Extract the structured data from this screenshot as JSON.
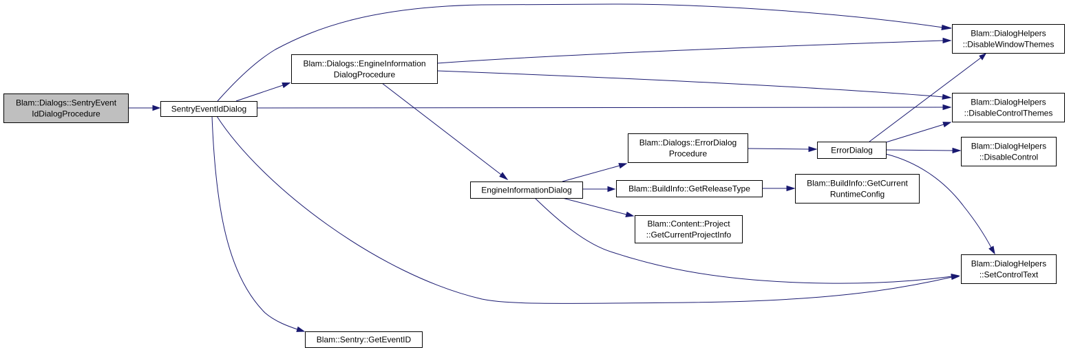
{
  "colors": {
    "node_fill": "#ffffff",
    "root_fill": "#bfbfbf",
    "node_border": "#000000",
    "edge": "#191970",
    "background": "#ffffff"
  },
  "nodes": [
    {
      "id": "sentry_proc",
      "lines": [
        "Blam::Dialogs::SentryEvent",
        "IdDialogProcedure"
      ],
      "root": true
    },
    {
      "id": "sentry_dialog",
      "lines": [
        "SentryEventIdDialog"
      ]
    },
    {
      "id": "engine_proc",
      "lines": [
        "Blam::Dialogs::EngineInformation",
        "DialogProcedure"
      ]
    },
    {
      "id": "engine_dialog",
      "lines": [
        "EngineInformationDialog"
      ]
    },
    {
      "id": "get_event_id",
      "lines": [
        "Blam::Sentry::GetEventID"
      ]
    },
    {
      "id": "error_proc",
      "lines": [
        "Blam::Dialogs::ErrorDialog",
        "Procedure"
      ]
    },
    {
      "id": "release_type",
      "lines": [
        "Blam::BuildInfo::GetReleaseType"
      ]
    },
    {
      "id": "project_info",
      "lines": [
        "Blam::Content::Project",
        "::GetCurrentProjectInfo"
      ]
    },
    {
      "id": "error_dialog",
      "lines": [
        "ErrorDialog"
      ]
    },
    {
      "id": "runtime_config",
      "lines": [
        "Blam::BuildInfo::GetCurrent",
        "RuntimeConfig"
      ]
    },
    {
      "id": "disable_window_themes",
      "lines": [
        "Blam::DialogHelpers",
        "::DisableWindowThemes"
      ]
    },
    {
      "id": "disable_control_themes",
      "lines": [
        "Blam::DialogHelpers",
        "::DisableControlThemes"
      ]
    },
    {
      "id": "disable_control",
      "lines": [
        "Blam::DialogHelpers",
        "::DisableControl"
      ]
    },
    {
      "id": "set_control_text",
      "lines": [
        "Blam::DialogHelpers",
        "::SetControlText"
      ]
    }
  ],
  "edges": [
    {
      "from": "sentry_proc",
      "to": "sentry_dialog"
    },
    {
      "from": "sentry_dialog",
      "to": "disable_window_themes"
    },
    {
      "from": "sentry_dialog",
      "to": "engine_proc"
    },
    {
      "from": "sentry_dialog",
      "to": "disable_control_themes"
    },
    {
      "from": "sentry_dialog",
      "to": "set_control_text"
    },
    {
      "from": "sentry_dialog",
      "to": "get_event_id"
    },
    {
      "from": "engine_proc",
      "to": "disable_window_themes"
    },
    {
      "from": "engine_proc",
      "to": "disable_control_themes"
    },
    {
      "from": "engine_proc",
      "to": "engine_dialog"
    },
    {
      "from": "engine_dialog",
      "to": "error_proc"
    },
    {
      "from": "engine_dialog",
      "to": "release_type"
    },
    {
      "from": "engine_dialog",
      "to": "project_info"
    },
    {
      "from": "engine_dialog",
      "to": "set_control_text"
    },
    {
      "from": "error_proc",
      "to": "error_dialog"
    },
    {
      "from": "release_type",
      "to": "runtime_config"
    },
    {
      "from": "error_dialog",
      "to": "disable_window_themes"
    },
    {
      "from": "error_dialog",
      "to": "disable_control_themes"
    },
    {
      "from": "error_dialog",
      "to": "disable_control"
    },
    {
      "from": "error_dialog",
      "to": "set_control_text"
    }
  ]
}
